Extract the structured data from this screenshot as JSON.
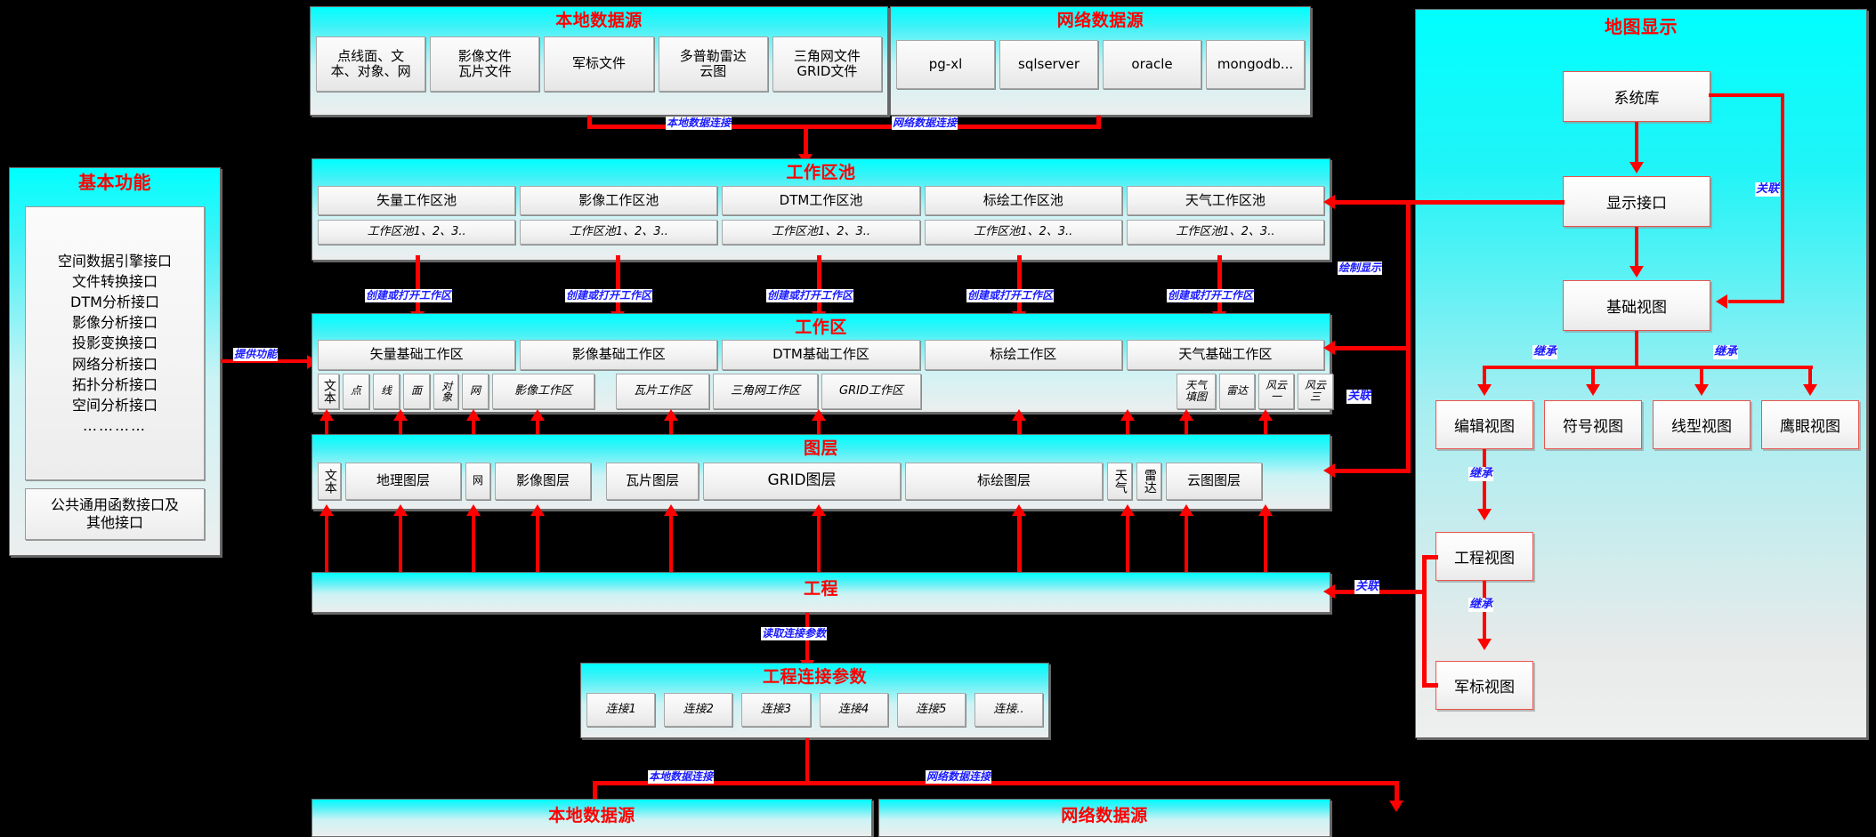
{
  "local_source_top": {
    "title": "本地数据源",
    "items": [
      "点线面、文本、对象、网",
      "影像文件瓦片文件",
      "军标文件",
      "多普勒雷达云图",
      "三角网文件GRID文件"
    ],
    "items_lines": [
      [
        "点线面、文",
        "本、对象、网"
      ],
      [
        "影像文件",
        "瓦片文件"
      ],
      [
        "军标文件"
      ],
      [
        "多普勒雷达",
        "云图"
      ],
      [
        "三角网文件",
        "GRID文件"
      ]
    ]
  },
  "net_source_top": {
    "title": "网络数据源",
    "items": [
      "pg-xl",
      "sqlserver",
      "oracle",
      "mongodb..."
    ]
  },
  "basic_functions": {
    "title": "基本功能",
    "interfaces": [
      "空间数据引擎接口",
      "文件转换接口",
      "DTM分析接口",
      "影像分析接口",
      "投影变换接口",
      "网络分析接口",
      "拓扑分析接口",
      "空间分析接口",
      "…………"
    ],
    "common_interface": [
      "公共通用函数接口及",
      "其他接口"
    ],
    "link_label": "提供功能"
  },
  "workspace_pool": {
    "title": "工作区池",
    "pools": [
      "矢量工作区池",
      "影像工作区池",
      "DTM工作区池",
      "标绘工作区池",
      "天气工作区池"
    ],
    "sub_label": "工作区池1、2、3..",
    "subs": [
      "工作区池1、2、3..",
      "工作区池1、2、3..",
      "工作区池1、2、3..",
      "工作区池1、2、3..",
      "工作区池1、2、3.."
    ]
  },
  "workspace": {
    "title": "工作区",
    "bases": [
      "矢量基础工作区",
      "影像基础工作区",
      "DTM基础工作区",
      "标绘工作区",
      "天气基础工作区"
    ],
    "create_label": "创建或打开工作区",
    "create_labels": [
      "创建或打开工作区",
      "创建或打开工作区",
      "创建或打开工作区",
      "创建或打开工作区",
      "创建或打开工作区"
    ],
    "sub_items": [
      "文本",
      "点",
      "线",
      "面",
      "对象",
      "网",
      "影像工作区",
      "瓦片工作区",
      "三角网工作区",
      "GRID工作区",
      "天气填图",
      "雷达",
      "风云一",
      "风云三"
    ]
  },
  "layers": {
    "title": "图层",
    "items": [
      "文本",
      "地理图层",
      "网",
      "影像图层",
      "瓦片图层",
      "GRID图层",
      "标绘图层",
      "天气",
      "雷达",
      "云图图层"
    ]
  },
  "project": {
    "title": "工程",
    "read_label": "读取连接参数",
    "relate_label": "关联"
  },
  "project_conn": {
    "title": "工程连接参数",
    "items": [
      "连接1",
      "连接2",
      "连接3",
      "连接4",
      "连接5",
      "连接.."
    ]
  },
  "bottom_sources": {
    "local": "本地数据源",
    "net": "网络数据源",
    "local_link": "本地数据连接",
    "net_link": "网络数据连接"
  },
  "top_links": {
    "local": "本地数据连接",
    "net": "网络数据连接"
  },
  "map_display": {
    "title": "地图显示",
    "system_lib": "系统库",
    "display_interface": "显示接口",
    "base_view": "基础视图",
    "views": [
      "编辑视图",
      "符号视图",
      "线型视图",
      "鹰眼视图"
    ],
    "project_view": "工程视图",
    "military_view": "军标视图",
    "relate": "关联",
    "inherit": "继承",
    "draw_display": "绘制显示"
  },
  "colors": {
    "title_red": "#ff0000",
    "link_blue": "#1a1aff",
    "arrow_red": "#ff0000",
    "panel_cyan": "#00ffff",
    "view_border": "#e8554f"
  }
}
